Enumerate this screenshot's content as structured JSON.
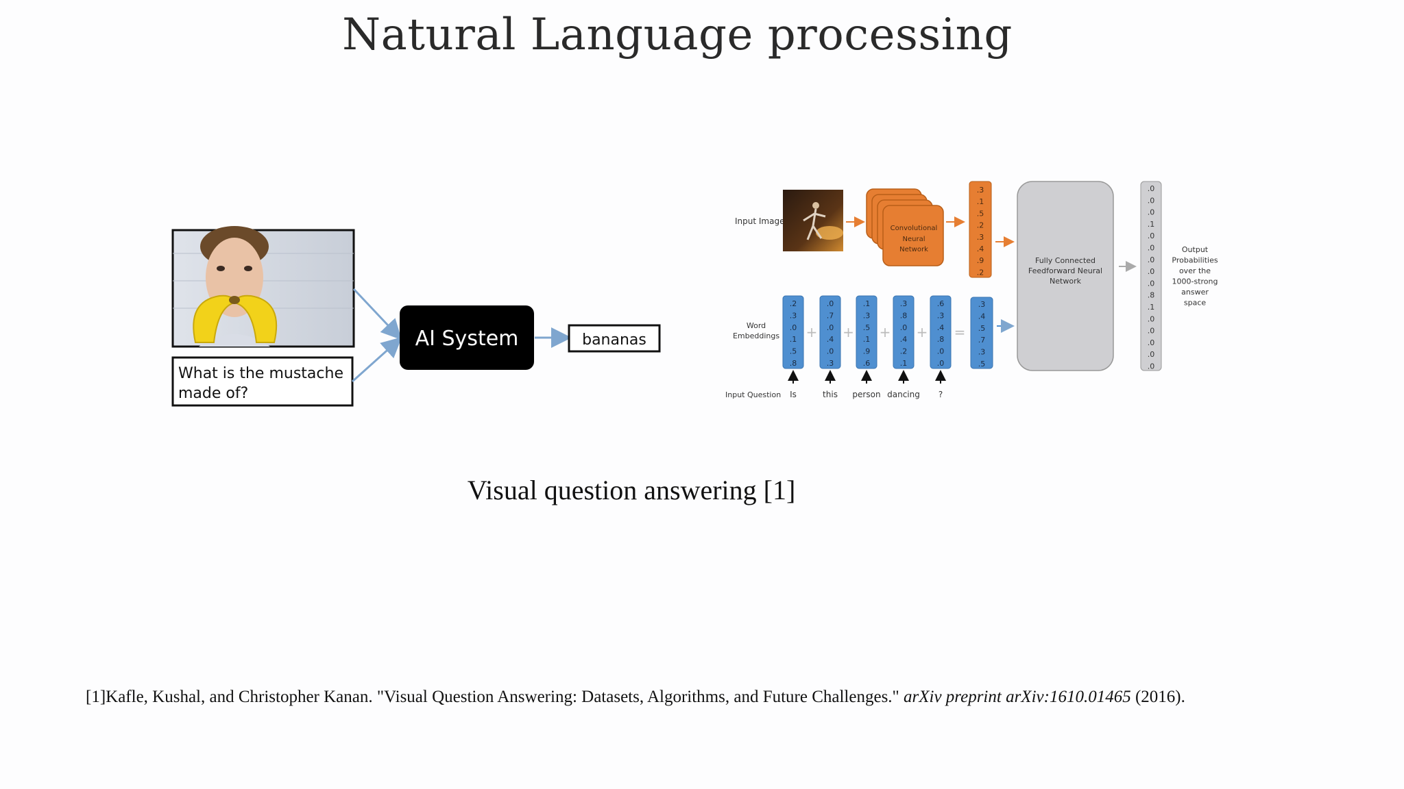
{
  "slide": {
    "title": "Natural Language processing",
    "caption": "Visual question answering [1]",
    "reference": {
      "plain_before": "[1]Kafle, Kushal, and Christopher Kanan. \"Visual Question Answering: Datasets, Algorithms, and Future Challenges.\"",
      "italic": "arXiv preprint arXiv:1610.01465",
      "plain_after": "(2016)."
    }
  },
  "vqa_left": {
    "question_line1": "What is the mustache",
    "question_line2": "made of?",
    "system_label": "AI System",
    "answer": "bananas"
  },
  "vqa_right": {
    "input_image_label": "Input Image",
    "cnn_label": [
      "Convolutional",
      "Neural",
      "Network"
    ],
    "image_vector": [
      ".3",
      ".1",
      ".5",
      ".2",
      ".3",
      ".4",
      ".9",
      ".2"
    ],
    "word_embeddings_label": [
      "Word",
      "Embeddings"
    ],
    "input_question_label": "Input Question",
    "words": [
      "Is",
      "this",
      "person",
      "dancing",
      "?"
    ],
    "word_vectors": [
      [
        ".2",
        ".3",
        ".0",
        ".1",
        ".5",
        ".8"
      ],
      [
        ".0",
        ".7",
        ".0",
        ".4",
        ".0",
        ".3"
      ],
      [
        ".1",
        ".3",
        ".5",
        ".1",
        ".9",
        ".6"
      ],
      [
        ".3",
        ".8",
        ".0",
        ".4",
        ".2",
        ".1"
      ],
      [
        ".6",
        ".3",
        ".4",
        ".8",
        ".0",
        ".0"
      ]
    ],
    "sum_vector": [
      ".3",
      ".4",
      ".5",
      ".7",
      ".3",
      ".5"
    ],
    "ffnn_label": [
      "Fully Connected",
      "Feedforward Neural",
      "Network"
    ],
    "output_vector": [
      ".0",
      ".0",
      ".0",
      ".1",
      ".0",
      ".0",
      ".0",
      ".0",
      ".0",
      ".8",
      ".1",
      ".0",
      ".0",
      ".0",
      ".0",
      ".0"
    ],
    "output_label": [
      "Output",
      "Probabilities",
      "over the",
      "1000-strong",
      "answer",
      "space"
    ],
    "plus_sign": "+",
    "equals_sign": "="
  },
  "colors": {
    "orange": "#e67e32",
    "orange_dark": "#c96a22",
    "blue": "#4f8fd0",
    "blue_dark": "#3a74b0",
    "gray_box": "#cfcfd2",
    "arrow_blue": "#7fa6cf"
  }
}
